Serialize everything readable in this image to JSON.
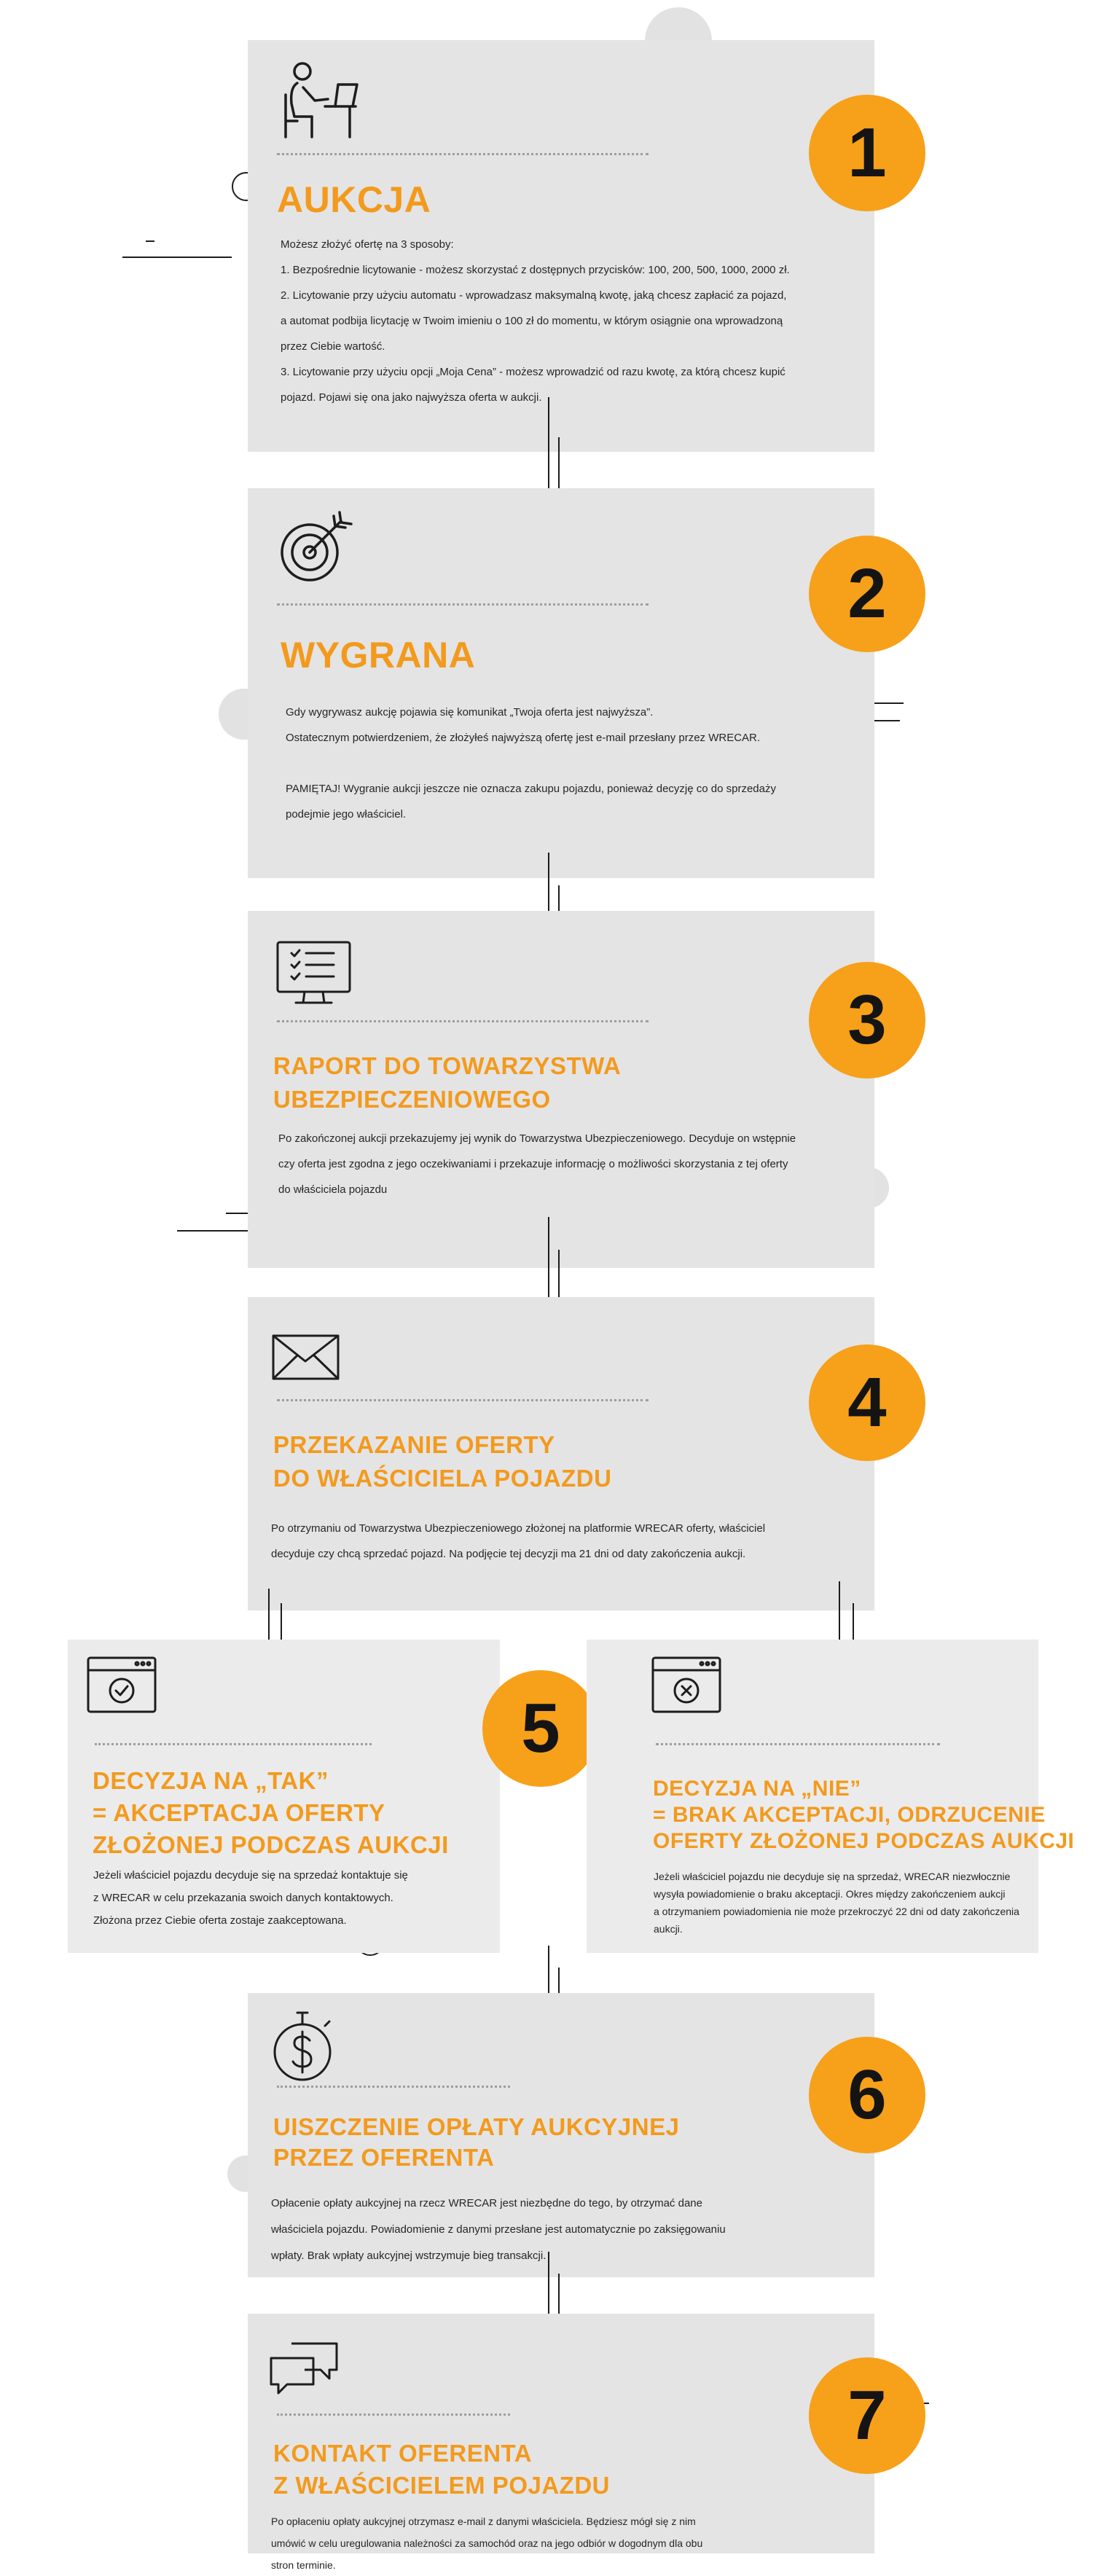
{
  "colors": {
    "accent": "#f7a01a",
    "title": "#f39a1d",
    "card": "#e4e4e5",
    "text": "#262626"
  },
  "steps": [
    {
      "number": "1",
      "icon": "person-at-desk-icon",
      "title": "AUKCJA",
      "body": [
        "Możesz złożyć ofertę na 3 sposoby:",
        "1. Bezpośrednie licytowanie - możesz skorzystać z dostępnych przycisków: 100, 200, 500, 1000, 2000 zł.",
        "2. Licytowanie przy użyciu automatu - wprowadzasz maksymalną kwotę, jaką chcesz zapłacić za pojazd,",
        "a automat podbija licytację w Twoim imieniu o 100 zł do momentu, w którym osiągnie ona wprowadzoną",
        "przez Ciebie wartość.",
        "3. Licytowanie przy użyciu opcji „Moja Cena” - możesz wprowadzić od razu kwotę, za którą chcesz kupić",
        "pojazd. Pojawi się ona jako najwyższa oferta w aukcji."
      ]
    },
    {
      "number": "2",
      "icon": "target-arrow-icon",
      "title": "WYGRANA",
      "body": [
        "Gdy wygrywasz aukcję pojawia się komunikat „Twoja oferta jest najwyższa”.",
        "Ostatecznym potwierdzeniem, że złożyłeś najwyższą ofertę jest e-mail przesłany przez WRECAR.",
        "",
        "PAMIĘTAJ! Wygranie aukcji jeszcze nie oznacza zakupu pojazdu, ponieważ decyzję co do sprzedaży",
        "podejmie jego właściciel."
      ]
    },
    {
      "number": "3",
      "icon": "monitor-checklist-icon",
      "title_lines": [
        "RAPORT DO TOWARZYSTWA",
        "UBEZPIECZENIOWEGO"
      ],
      "body": [
        "Po zakończonej aukcji przekazujemy jej wynik do Towarzystwa Ubezpieczeniowego. Decyduje on wstępnie",
        "czy oferta jest zgodna z jego oczekiwaniami i przekazuje informację o możliwości skorzystania z tej oferty",
        "do właściciela pojazdu"
      ]
    },
    {
      "number": "4",
      "icon": "envelope-icon",
      "title_lines": [
        "PRZEKAZANIE OFERTY",
        "DO WŁAŚCICIELA POJAZDU"
      ],
      "body": [
        "Po otrzymaniu od Towarzystwa Ubezpieczeniowego złożonej na platformie WRECAR oferty, właściciel",
        "decyduje czy chcą sprzedać pojazd. Na podjęcie tej decyzji ma 21 dni od daty zakończenia aukcji."
      ]
    },
    {
      "number": "5",
      "yes": {
        "icon": "window-check-icon",
        "title_lines": [
          "DECYZJA NA „TAK”",
          "= AKCEPTACJA OFERTY",
          "ZŁOŻONEJ PODCZAS AUKCJI"
        ],
        "body": [
          "Jeżeli właściciel pojazdu decyduje się na sprzedaż kontaktuje się",
          "z WRECAR w celu przekazania swoich danych kontaktowych.",
          "Złożona przez Ciebie oferta zostaje zaakceptowana."
        ]
      },
      "no": {
        "icon": "window-x-icon",
        "title_lines": [
          "DECYZJA NA „NIE”",
          "= BRAK AKCEPTACJI, ODRZUCENIE",
          "OFERTY ZŁOŻONEJ PODCZAS AUKCJI"
        ],
        "body": [
          "Jeżeli właściciel pojazdu nie decyduje się na sprzedaż, WRECAR niezwłocznie",
          "wysyła powiadomienie o braku akceptacji. Okres między zakończeniem aukcji",
          "a otrzymaniem powiadomienia nie może przekroczyć 22 dni od daty zakończenia",
          "aukcji."
        ]
      }
    },
    {
      "number": "6",
      "icon": "stopwatch-dollar-icon",
      "title_lines": [
        "UISZCZENIE OPŁATY AUKCYJNEJ",
        "PRZEZ OFERENTA"
      ],
      "body": [
        "Opłacenie opłaty aukcyjnej na rzecz WRECAR jest niezbędne do tego, by otrzymać dane",
        "właściciela pojazdu. Powiadomienie z danymi przesłane jest automatycznie po zaksięgowaniu",
        "wpłaty. Brak wpłaty aukcyjnej wstrzymuje bieg transakcji."
      ]
    },
    {
      "number": "7",
      "icon": "chat-bubbles-icon",
      "title_lines": [
        "KONTAKT OFERENTA",
        "Z WŁAŚCICIELEM POJAZDU"
      ],
      "body": [
        "Po opłaceniu opłaty aukcyjnej otrzymasz e-mail z danymi właściciela. Będziesz mógł się z nim",
        "umówić w celu uregulowania należności za samochód oraz na jego odbiór w dogodnym dla obu",
        "stron terminie."
      ]
    }
  ]
}
